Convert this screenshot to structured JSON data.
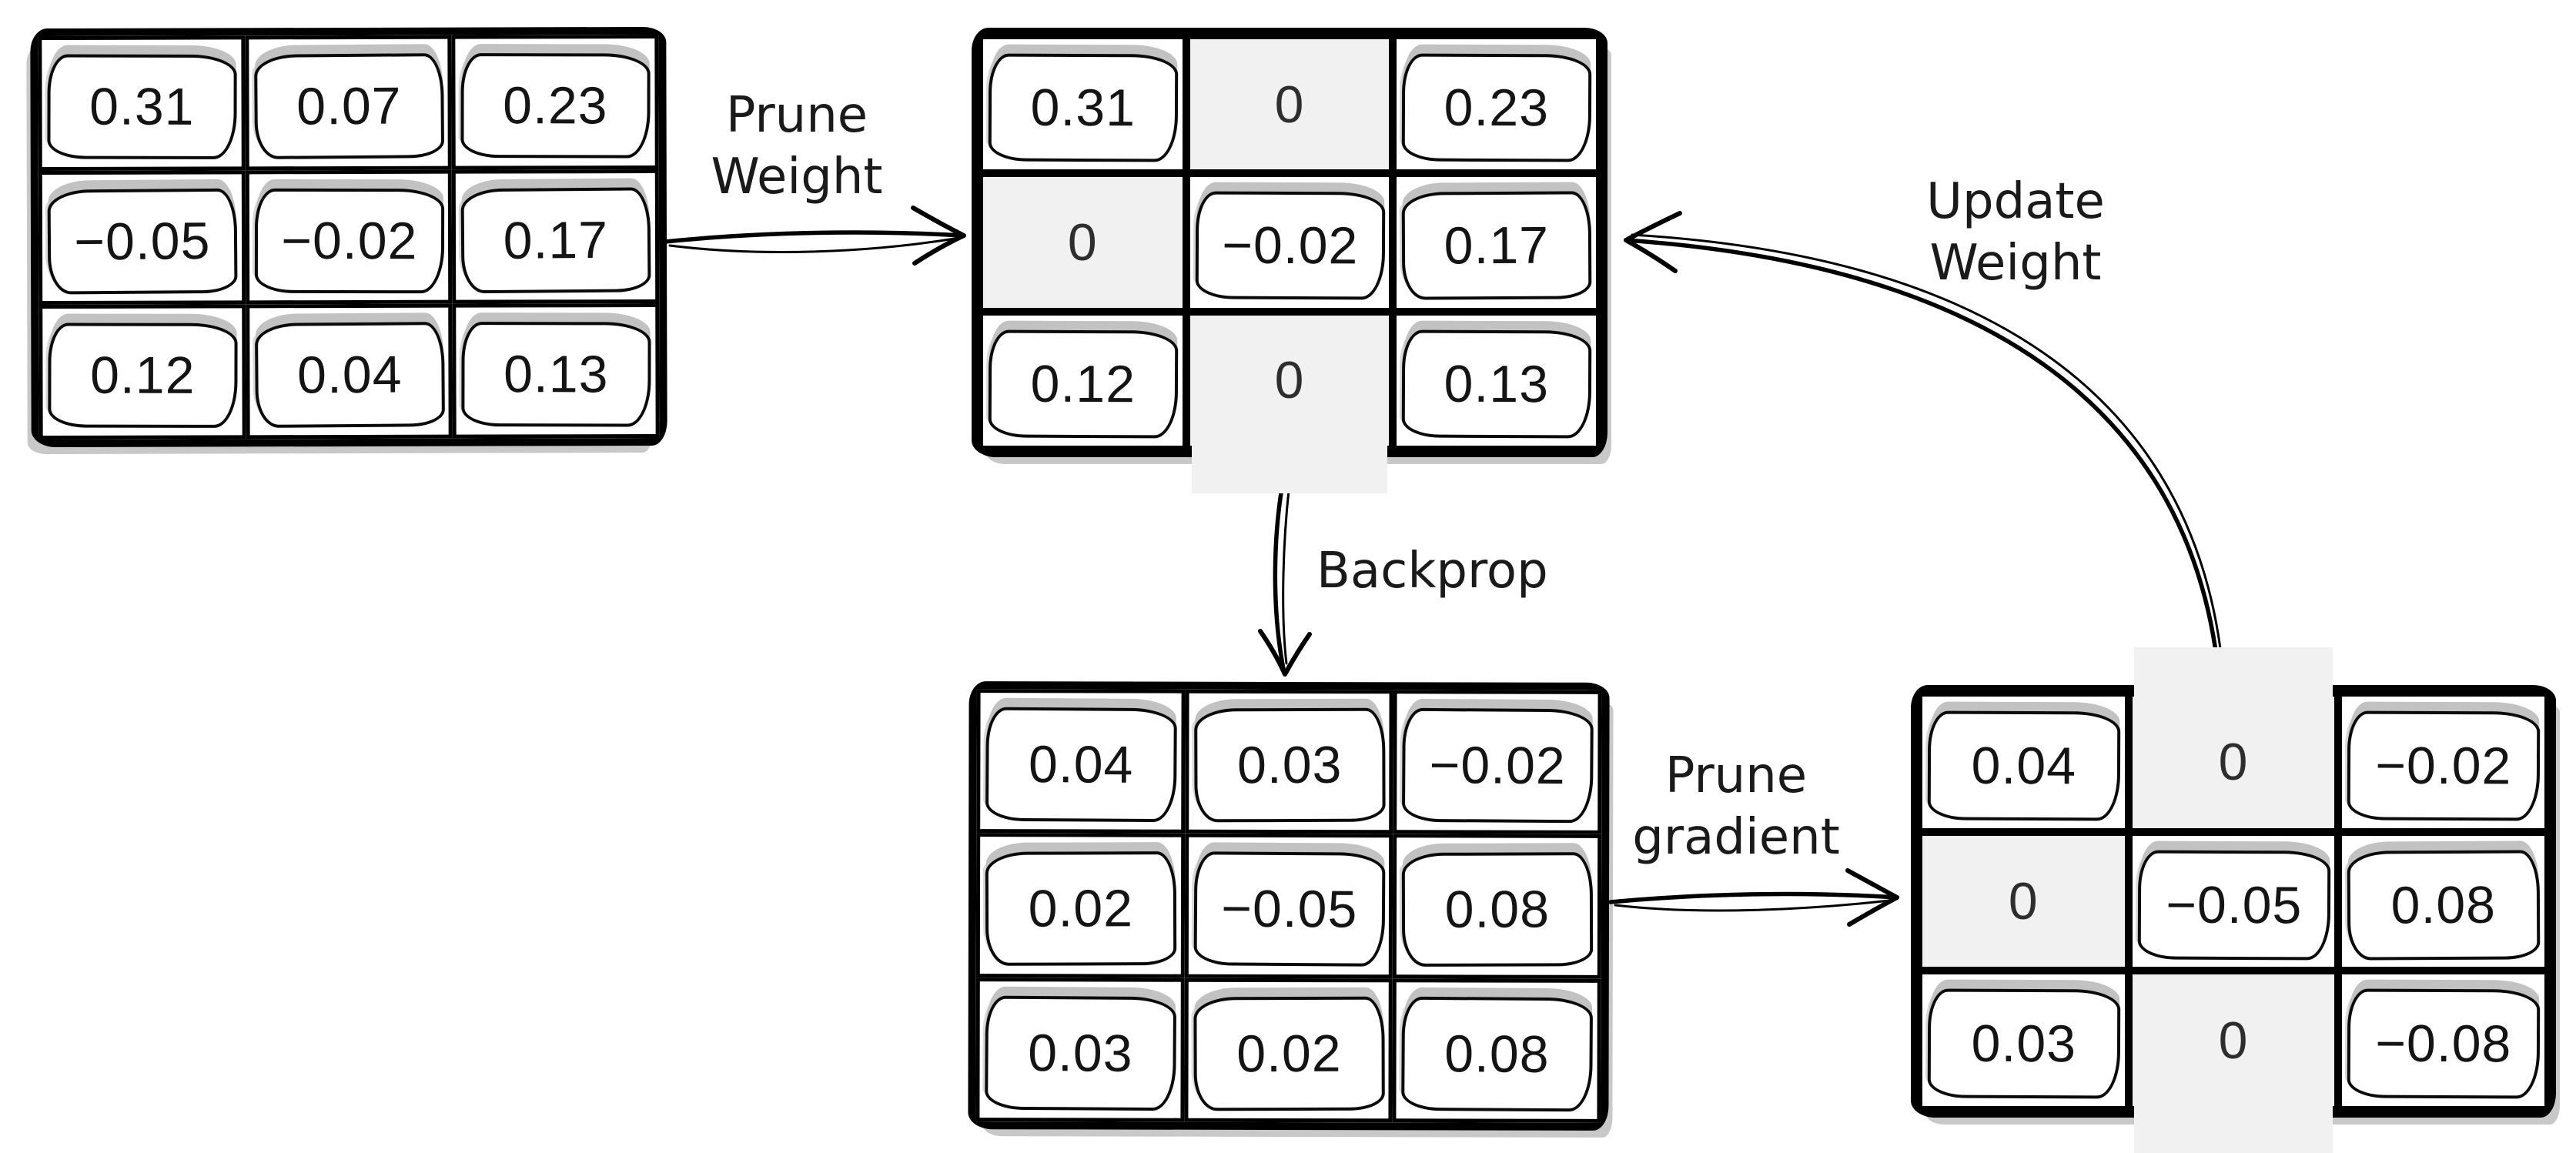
{
  "diagram": {
    "matrices": [
      {
        "name": "weights",
        "cells": [
          [
            "0.31",
            "0.07",
            "0.23"
          ],
          [
            "−0.05",
            "−0.02",
            "0.17"
          ],
          [
            "0.12",
            "0.04",
            "0.13"
          ]
        ],
        "pruned_cells": []
      },
      {
        "name": "pruned_weights",
        "cells": [
          [
            "0.31",
            "0",
            "0.23"
          ],
          [
            "0",
            "−0.02",
            "0.17"
          ],
          [
            "0.12",
            "0",
            "0.13"
          ]
        ],
        "pruned_cells": [
          [
            0,
            1
          ],
          [
            1,
            0
          ],
          [
            2,
            1
          ]
        ]
      },
      {
        "name": "gradients",
        "cells": [
          [
            "0.04",
            "0.03",
            "−0.02"
          ],
          [
            "0.02",
            "−0.05",
            "0.08"
          ],
          [
            "0.03",
            "0.02",
            "0.08"
          ]
        ],
        "pruned_cells": []
      },
      {
        "name": "pruned_gradients",
        "cells": [
          [
            "0.04",
            "0",
            "−0.02"
          ],
          [
            "0",
            "−0.05",
            "0.08"
          ],
          [
            "0.03",
            "0",
            "−0.08"
          ]
        ],
        "pruned_cells": [
          [
            0,
            1
          ],
          [
            1,
            0
          ],
          [
            2,
            1
          ]
        ]
      }
    ],
    "arrows": [
      {
        "id": "prune-weight",
        "label_lines": [
          "Prune",
          "Weight"
        ]
      },
      {
        "id": "backprop",
        "label_lines": [
          "Backprop"
        ]
      },
      {
        "id": "prune-gradient",
        "label_lines": [
          "Prune",
          "gradient"
        ]
      },
      {
        "id": "update-weight",
        "label_lines": [
          "Update",
          "Weight"
        ]
      }
    ],
    "colors": {
      "stroke": "#000000",
      "cell_bg": "#ffffff",
      "pruned_cell_bg": "#f1f1f1",
      "shadow": "#c2c2c2",
      "value_text": "#141414",
      "pruned_value_text": "#2e2e2e",
      "label_text": "#1a1a1a"
    }
  }
}
